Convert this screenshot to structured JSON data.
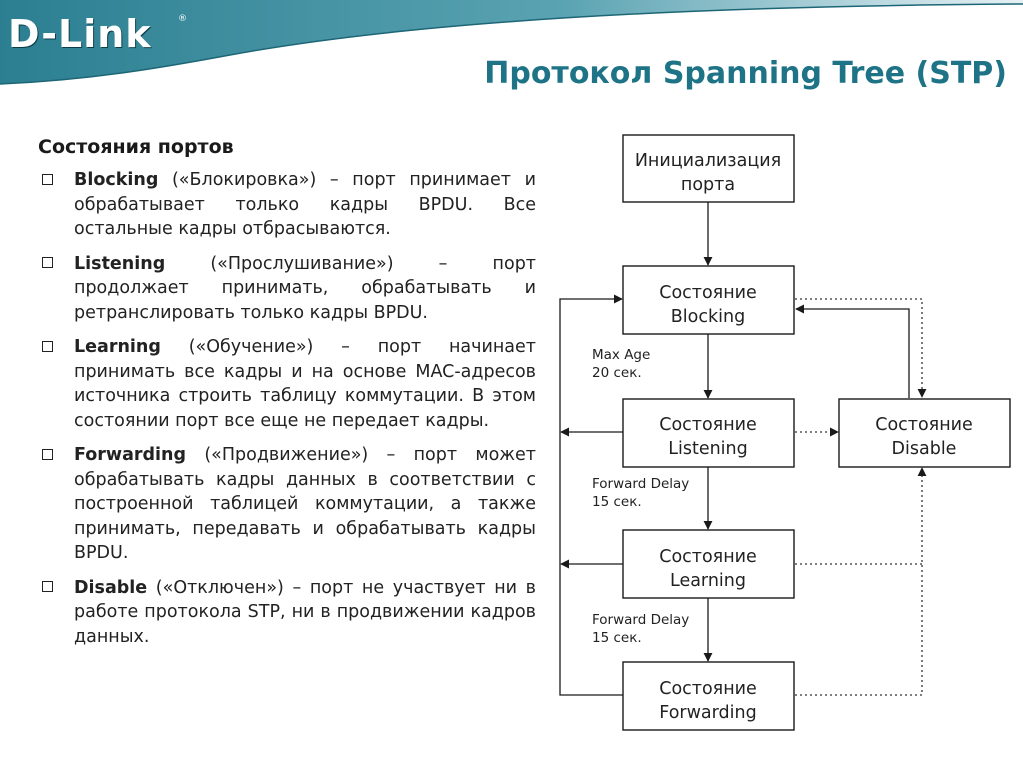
{
  "brand": {
    "logo_text": "D-Link",
    "reg_mark": "®",
    "band_color": "#2b7f91"
  },
  "title": "Протокол Spanning Tree (STP)",
  "title_color": "#1e7486",
  "section_heading": "Состояния портов",
  "states": [
    {
      "name": "Blocking",
      "description": " («Блокировка») – порт принимает и обрабатывает только кадры BPDU. Все остальные кадры отбрасываются."
    },
    {
      "name": "Listening",
      "description": " («Прослушивание») – порт продолжает принимать, обрабатывать и ретранслировать только кадры BPDU."
    },
    {
      "name": "Learning",
      "description": " («Обучение») – порт начинает принимать все кадры и на основе MAC-адресов источника строить таблицу коммутации. В этом состоянии порт все еще не передает кадры."
    },
    {
      "name": "Forwarding",
      "description": " («Продвижение») – порт может обрабатывать кадры данных в соответствии с построенной таблицей коммутации, а также принимать, передавать и обрабатывать кадры BPDU."
    },
    {
      "name": "Disable",
      "description": " («Отключен») – порт не участвует ни в работе протокола STP, ни в продвижении кадров данных."
    }
  ],
  "diagram": {
    "init": [
      "Инициализация",
      "порта"
    ],
    "blocking": [
      "Состояние",
      "Blocking"
    ],
    "listening": [
      "Состояние",
      "Listening"
    ],
    "learning": [
      "Состояние",
      "Learning"
    ],
    "forwarding": [
      "Состояние",
      "Forwarding"
    ],
    "disable": [
      "Состояние",
      "Disable"
    ],
    "timers": {
      "max_age": [
        "Max Age",
        "20 сек."
      ],
      "forward_delay_1": [
        "Forward Delay",
        "15 сек."
      ],
      "forward_delay_2": [
        "Forward Delay",
        "15 сек."
      ]
    }
  }
}
